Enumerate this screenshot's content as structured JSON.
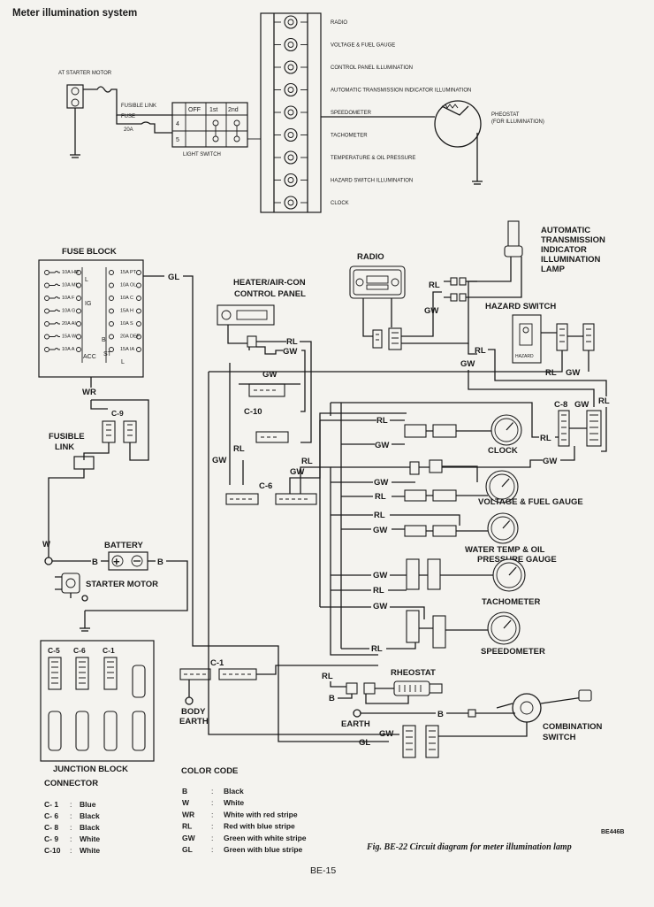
{
  "title": "Meter illumination system",
  "top": {
    "at_starter_motor": "AT STARTER MOTOR",
    "fusible_link": "FUSIBLE LINK",
    "fuse": "FUSE",
    "fuse_rating": "20A",
    "light_switch": "LIGHT SWITCH",
    "switch_cols": [
      "OFF",
      "1st",
      "2nd"
    ],
    "switch_rows": [
      "4",
      "5"
    ],
    "lamps": [
      "RADIO",
      "VOLTAGE & FUEL GAUGE",
      "CONTROL PANEL ILLUMINATION",
      "AUTOMATIC TRANSMISSION INDICATOR ILLUMINATION",
      "SPEEDOMETER",
      "TACHOMETER",
      "TEMPERATURE & OIL PRESSURE",
      "HAZARD SWITCH ILLUMINATION",
      "CLOCK"
    ],
    "pheostat": "PHEOSTAT",
    "pheostat_note": "(FOR ILLUMINATION)"
  },
  "fuse_block": {
    "title": "FUSE BLOCK",
    "left_fuses": [
      "10A HR",
      "10A ML",
      "10A F",
      "10A G",
      "20A AI",
      "15A W",
      "10A A"
    ],
    "right_fuses": [
      "15A PT",
      "10A OL",
      "10A C",
      "15A H",
      "10A S",
      "20A DEF",
      "15A IA"
    ],
    "terminals": [
      "L",
      "IG",
      "B",
      "ACC",
      "ST",
      "L"
    ]
  },
  "components": {
    "heater_control": "HEATER/AIR-CON",
    "control_panel": "CONTROL PANEL",
    "radio": "RADIO",
    "at_indicator": [
      "AUTOMATIC",
      "TRANSMISSION",
      "INDICATOR",
      "ILLUMINATION",
      "LAMP"
    ],
    "hazard_switch": "HAZARD SWITCH",
    "hazard_label": "HAZARD",
    "clock": "CLOCK",
    "voltage_fuel": "VOLTAGE & FUEL GAUGE",
    "water_temp": "WATER TEMP & OIL",
    "pressure_gauge": "PRESSURE GAUGE",
    "tachometer": "TACHOMETER",
    "speedometer": "SPEEDOMETER",
    "rheostat": "RHEOSTAT",
    "combination": "COMBINATION",
    "switch": "SWITCH",
    "earth": "EARTH",
    "body": "BODY",
    "body_earth": "EARTH",
    "battery": "BATTERY",
    "starter_motor": "STARTER MOTOR",
    "fusible": "FUSIBLE",
    "link": "LINK",
    "junction_block": "JUNCTION BLOCK"
  },
  "connectors": {
    "c9": "C-9",
    "c10": "C-10",
    "c6": "C-6",
    "c8": "C-8",
    "c1": "C-1",
    "jb_c5": "C-5",
    "jb_c6": "C-6",
    "jb_c1": "C-1"
  },
  "wires": {
    "GL": "GL",
    "WR": "WR",
    "RL": "RL",
    "GW": "GW",
    "W": "W",
    "B": "B"
  },
  "connector_legend": {
    "title": "CONNECTOR",
    "items": [
      {
        "id": "C- 1",
        "color": "Blue"
      },
      {
        "id": "C- 6",
        "color": "Black"
      },
      {
        "id": "C- 8",
        "color": "Black"
      },
      {
        "id": "C- 9",
        "color": "White"
      },
      {
        "id": "C-10",
        "color": "White"
      }
    ]
  },
  "color_code": {
    "title": "COLOR CODE",
    "items": [
      {
        "code": "B",
        "desc": "Black"
      },
      {
        "code": "W",
        "desc": "White"
      },
      {
        "code": "WR",
        "desc": "White with red stripe"
      },
      {
        "code": "RL",
        "desc": "Red with blue stripe"
      },
      {
        "code": "GW",
        "desc": "Green with white stripe"
      },
      {
        "code": "GL",
        "desc": "Green with blue stripe"
      }
    ]
  },
  "figure_id": "BE446B",
  "caption": "Fig. BE-22  Circuit diagram for meter illumination lamp",
  "page_number": "BE-15"
}
